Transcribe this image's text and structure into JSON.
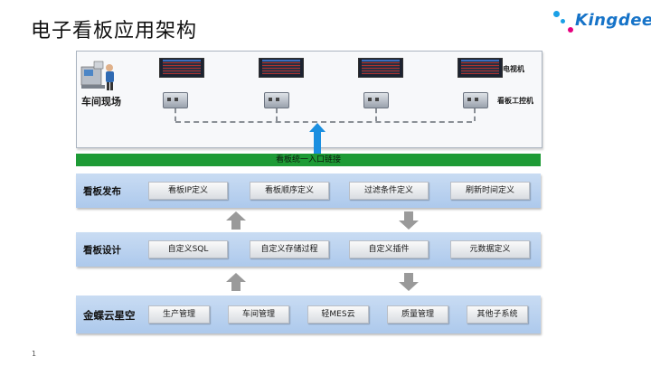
{
  "page": {
    "title": "电子看板应用架构",
    "page_number": "1"
  },
  "logo": {
    "text": "Kingdee",
    "brand_color": "#1673c8",
    "accent_colors": [
      "#1aa0e6",
      "#e6007e"
    ]
  },
  "workshop": {
    "label": "车间现场",
    "legend_tv": "电视机",
    "legend_pc": "看板工控机",
    "tv_count": 4,
    "pc_count": 4
  },
  "portal": {
    "label": "看板统一入口链接",
    "color": "#1e9b36"
  },
  "layers": {
    "publish": {
      "label": "看板发布",
      "buttons": [
        "看板IP定义",
        "看板顺序定义",
        "过滤条件定义",
        "刷新时间定义"
      ]
    },
    "design": {
      "label": "看板设计",
      "buttons": [
        "自定义SQL",
        "自定义存储过程",
        "自定义插件",
        "元数据定义"
      ]
    },
    "platform": {
      "label": "金蝶云星空",
      "buttons": [
        "生产管理",
        "车间管理",
        "轻MES云",
        "质量管理",
        "其他子系统"
      ]
    }
  },
  "colors": {
    "layer_fill": "#b9d2ef",
    "arrow_gray": "#9a9a9a",
    "arrow_blue": "#1b8fe0"
  }
}
